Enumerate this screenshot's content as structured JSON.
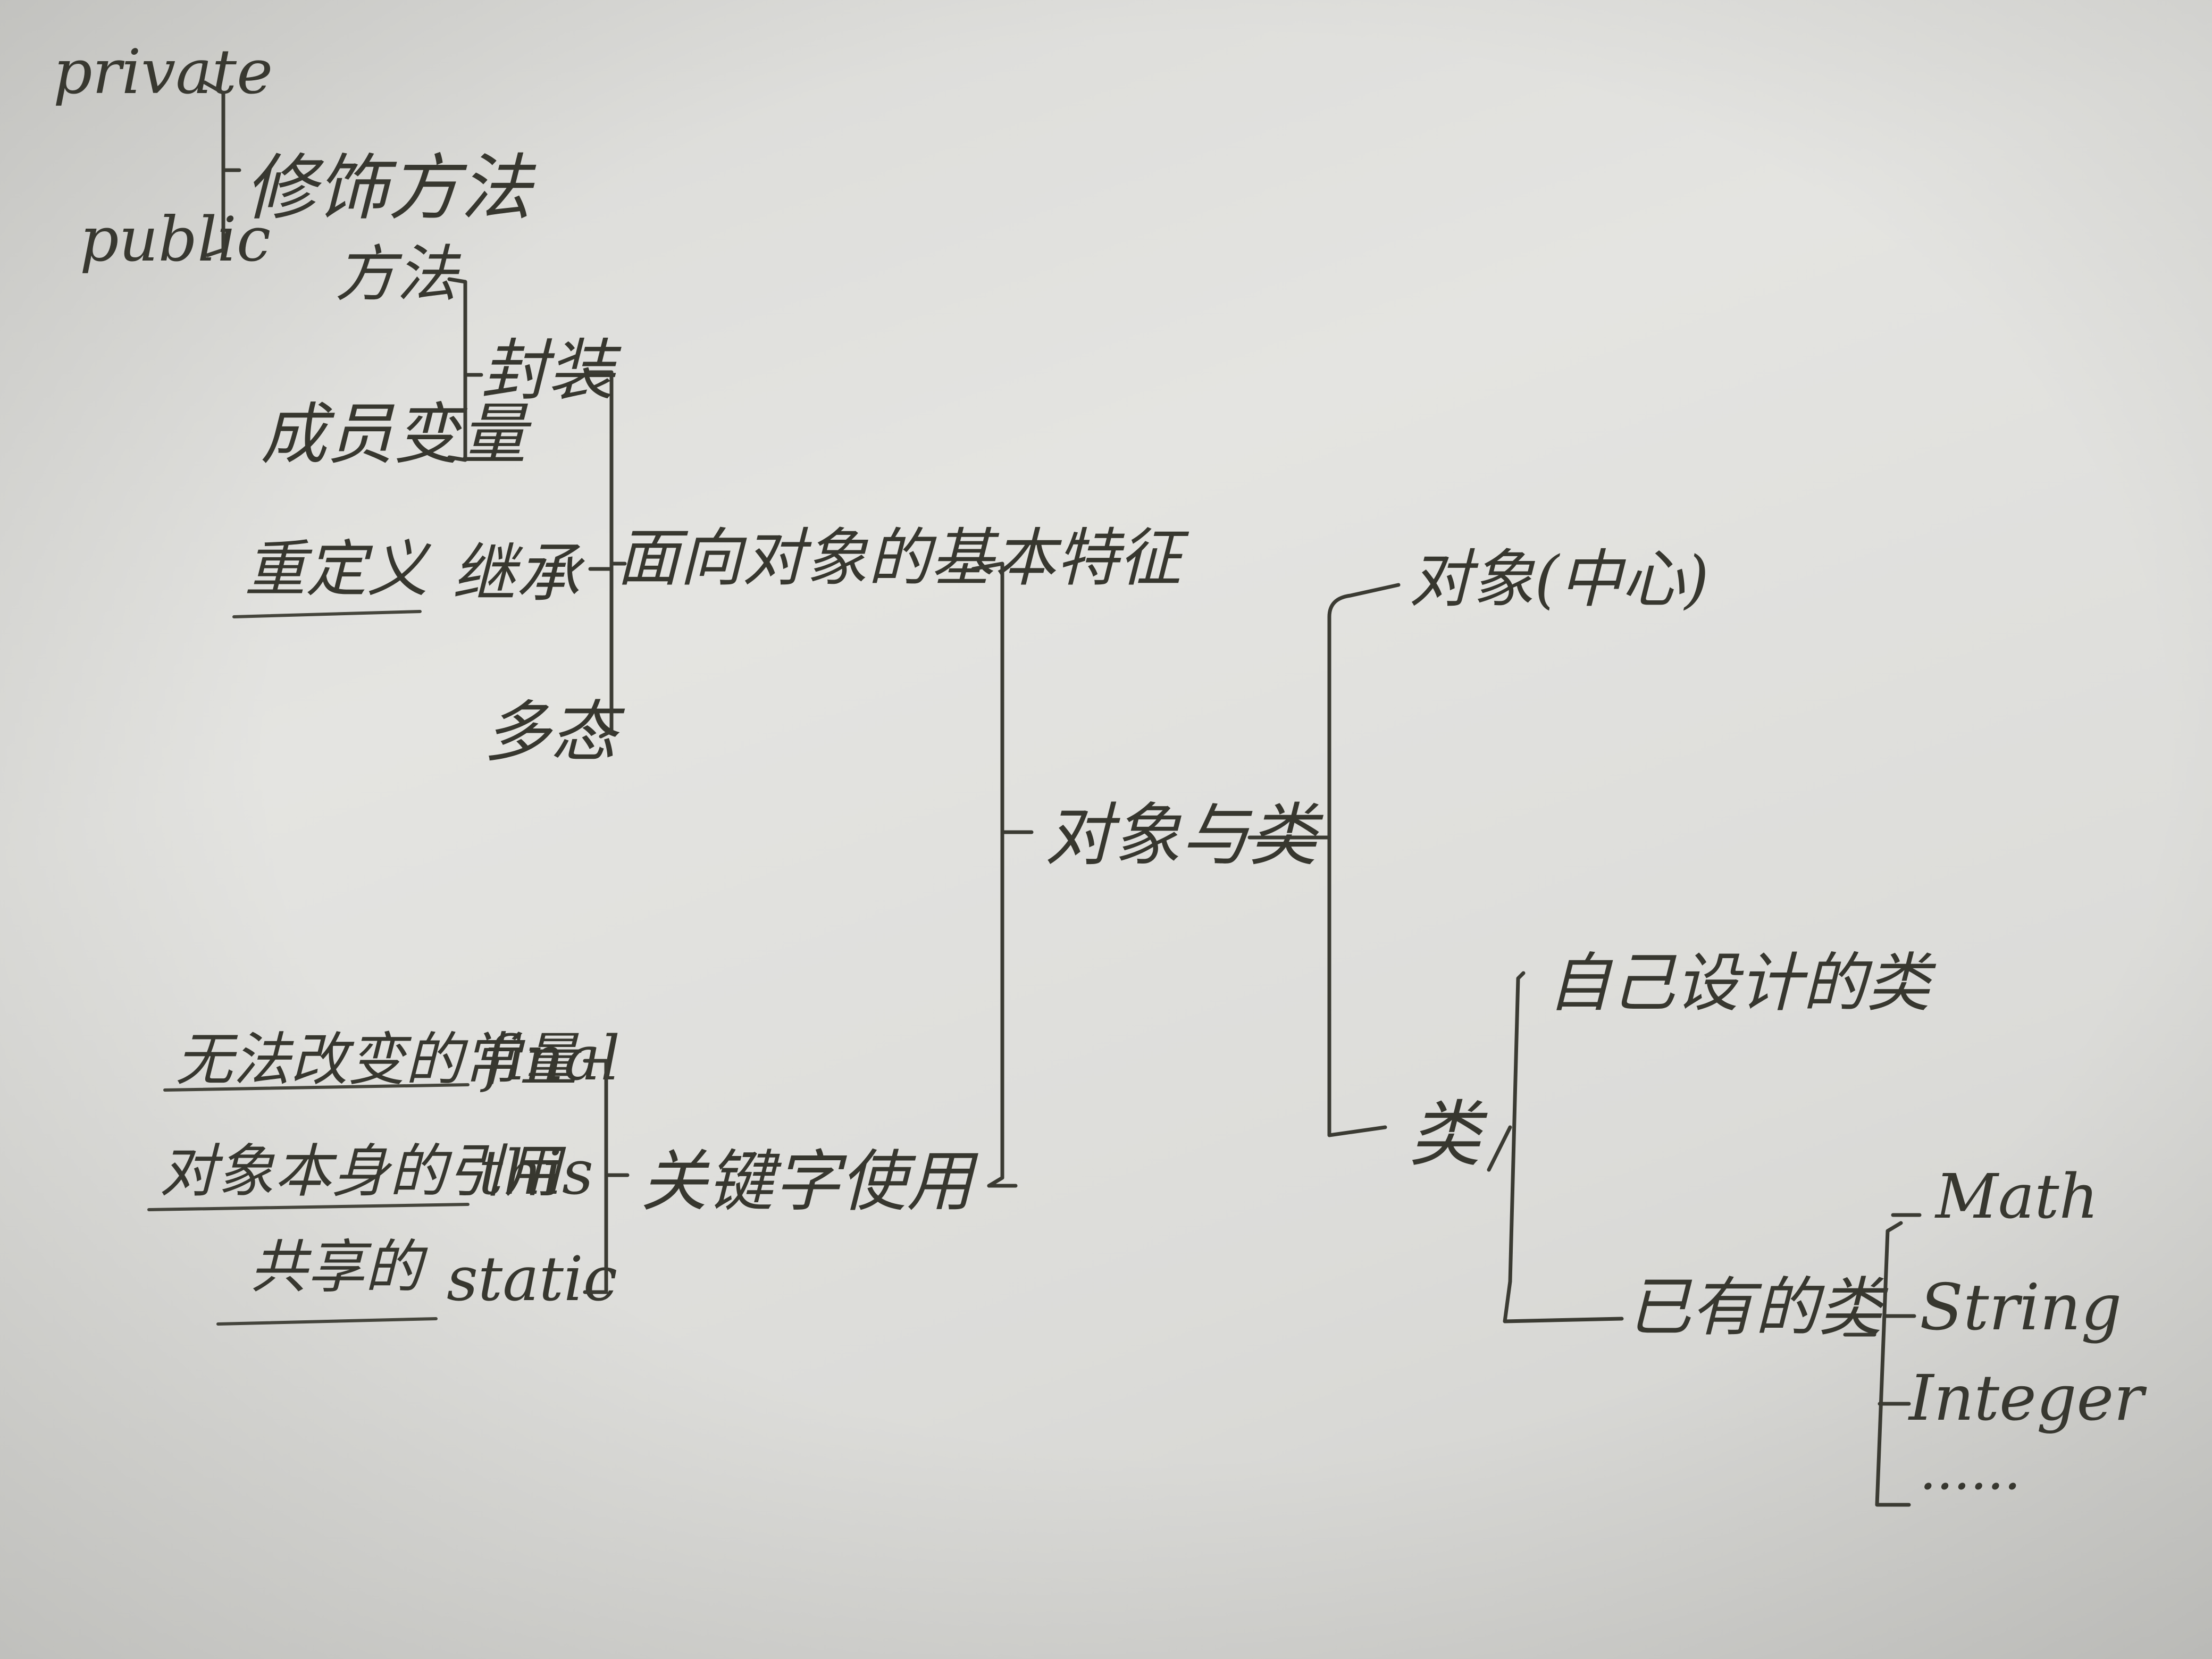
{
  "mindmap": {
    "root": "面向对象的基本特征",
    "methods": {
      "private": "private",
      "public": "public",
      "label": "修饰方法"
    },
    "encapsulation": {
      "label": "封装",
      "children": [
        "方法",
        "成员变量"
      ]
    },
    "inheritance": {
      "label": "继承",
      "note": "重定义"
    },
    "polymorphism": {
      "label": "多态"
    },
    "keywords": {
      "label": "关键字使用",
      "items": [
        {
          "keyword": "final",
          "desc": "无法改变的常量"
        },
        {
          "keyword": "this",
          "desc": "对象本身的引用"
        },
        {
          "keyword": "static",
          "desc": "共享的"
        }
      ]
    },
    "objects_classes": {
      "label": "对象与类"
    },
    "object": {
      "label": "对象(中心)"
    },
    "class": {
      "label": "类"
    },
    "self_designed": {
      "label": "自己设计的类"
    },
    "existing": {
      "label": "已有的类",
      "items": [
        "Math",
        "String",
        "Integer",
        "······"
      ]
    }
  }
}
